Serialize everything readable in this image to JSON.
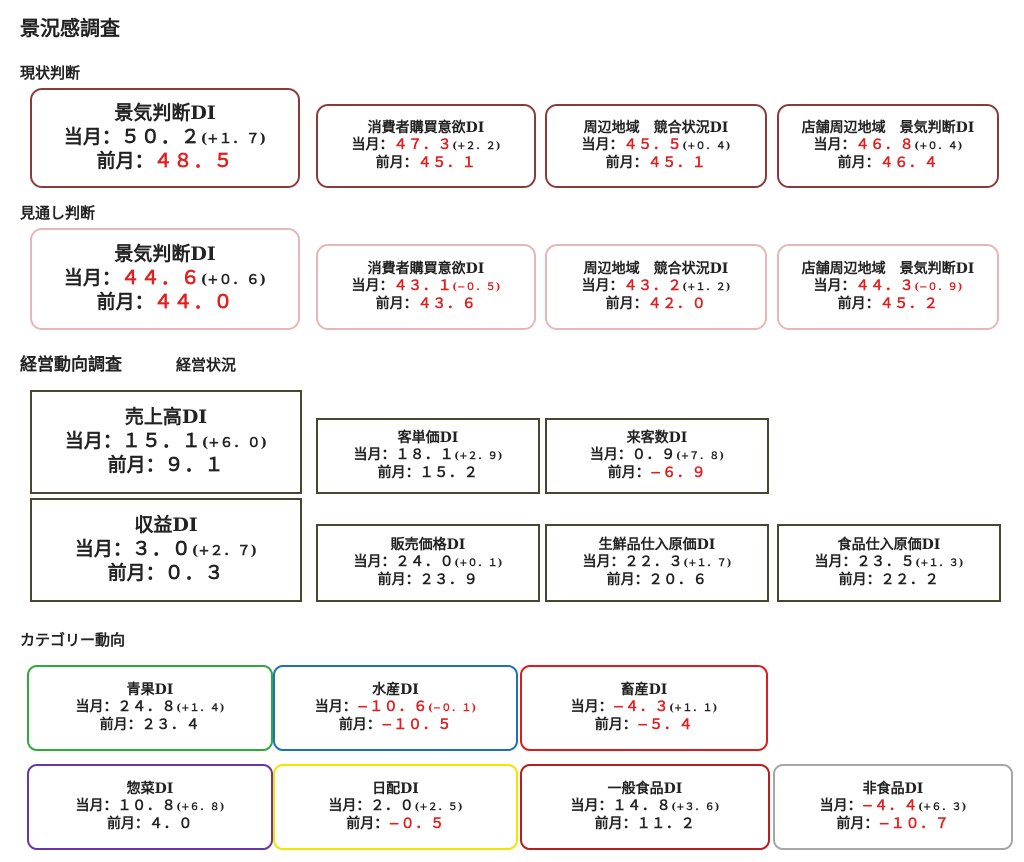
{
  "title": "景況感調査",
  "labels": {
    "current": "当月：",
    "previous": "前月："
  },
  "colors": {
    "red": "#e02020",
    "dark": "#222222"
  },
  "sections": {
    "genjo": "現状判断",
    "mitoshi": "見通し判断",
    "keiei": "経営動向調査",
    "keiei_sub": "経営状況",
    "category": "カテゴリー動向"
  },
  "genjo": {
    "main": {
      "title": "景気判断DI",
      "cur": "５０．２",
      "change": "(+１．７)",
      "prev": "４８．５",
      "cur_red": false,
      "change_red": false,
      "prev_red": true
    },
    "c1": {
      "title": "消費者購買意欲DI",
      "cur": "４７．３",
      "change": "(+２．２)",
      "prev": "４５．１",
      "cur_red": true,
      "change_red": false,
      "prev_red": true
    },
    "c2": {
      "title": "周辺地域　競合状況DI",
      "cur": "４５．５",
      "change": "(+０．４)",
      "prev": "４５．１",
      "cur_red": true,
      "change_red": false,
      "prev_red": true
    },
    "c3": {
      "title": "店舗周辺地域　景気判断DI",
      "cur": "４６．８",
      "change": "(+０．４)",
      "prev": "４６．４",
      "cur_red": true,
      "change_red": false,
      "prev_red": true
    }
  },
  "mitoshi": {
    "main": {
      "title": "景気判断DI",
      "cur": "４４．６",
      "change": "(+０．６)",
      "prev": "４４．０",
      "cur_red": true,
      "change_red": false,
      "prev_red": true
    },
    "c1": {
      "title": "消費者購買意欲DI",
      "cur": "４３．１",
      "change": "(−０．５)",
      "prev": "４３．６",
      "cur_red": true,
      "change_red": true,
      "prev_red": true
    },
    "c2": {
      "title": "周辺地域　競合状況DI",
      "cur": "４３．２",
      "change": "(+１．２)",
      "prev": "４２．０",
      "cur_red": true,
      "change_red": false,
      "prev_red": true
    },
    "c3": {
      "title": "店舗周辺地域　景気判断DI",
      "cur": "４４．３",
      "change": "(−０．９)",
      "prev": "４５．２",
      "cur_red": true,
      "change_red": true,
      "prev_red": true
    }
  },
  "keiei": {
    "uriage": {
      "title": "売上高DI",
      "cur": "１５．１",
      "change": "(+６．０)",
      "prev": "９．１",
      "cur_red": false,
      "change_red": false,
      "prev_red": false
    },
    "kyakutan": {
      "title": "客単価DI",
      "cur": "１８．１",
      "change": "(+２．９)",
      "prev": "１５．２",
      "cur_red": false,
      "change_red": false,
      "prev_red": false
    },
    "raikyaku": {
      "title": "来客数DI",
      "cur": "０．９",
      "change": "(+７．８)",
      "prev": "−６．９",
      "cur_red": false,
      "change_red": false,
      "prev_red": true
    },
    "shueki": {
      "title": "収益DI",
      "cur": "３．０",
      "change": "(+２．７)",
      "prev": "０．３",
      "cur_red": false,
      "change_red": false,
      "prev_red": false
    },
    "hanbai": {
      "title": "販売価格DI",
      "cur": "２４．０",
      "change": "(+０．１)",
      "prev": "２３．９",
      "cur_red": false,
      "change_red": false,
      "prev_red": false
    },
    "seisen": {
      "title": "生鮮品仕入原価DI",
      "cur": "２２．３",
      "change": "(+１．７)",
      "prev": "２０．６",
      "cur_red": false,
      "change_red": false,
      "prev_red": false
    },
    "shokuhin": {
      "title": "食品仕入原価DI",
      "cur": "２３．５",
      "change": "(+１．３)",
      "prev": "２２．２",
      "cur_red": false,
      "change_red": false,
      "prev_red": false
    }
  },
  "category": {
    "seika": {
      "title": "青果DI",
      "color": "#2eab3c",
      "cur": "２４．８",
      "change": "(+１．４)",
      "prev": "２３．４",
      "cur_red": false,
      "change_red": false,
      "prev_red": false
    },
    "suisan": {
      "title": "水産DI",
      "color": "#1f6fbf",
      "cur": "−１０．６",
      "change": "(−０．１)",
      "prev": "−１０．５",
      "cur_red": true,
      "change_red": true,
      "prev_red": true
    },
    "chikusan": {
      "title": "畜産DI",
      "color": "#e01b1b",
      "cur": "−４．３",
      "change": "(+１．１)",
      "prev": "−５．４",
      "cur_red": true,
      "change_red": false,
      "prev_red": true
    },
    "sozai": {
      "title": "惣菜DI",
      "color": "#6a35a8",
      "cur": "１０．８",
      "change": "(+６．８)",
      "prev": "４．０",
      "cur_red": false,
      "change_red": false,
      "prev_red": false
    },
    "nippai": {
      "title": "日配DI",
      "color": "#f2e600",
      "cur": "２．０",
      "change": "(+２．５)",
      "prev": "−０．５",
      "cur_red": false,
      "change_red": false,
      "prev_red": true
    },
    "ippan": {
      "title": "一般食品DI",
      "color": "#b81e1e",
      "cur": "１４．８",
      "change": "(+３．６)",
      "prev": "１１．２",
      "cur_red": false,
      "change_red": false,
      "prev_red": false
    },
    "hishoku": {
      "title": "非食品DI",
      "color": "#a6a6a6",
      "cur": "−４．４",
      "change": "(+６．３)",
      "prev": "−１０．７",
      "cur_red": true,
      "change_red": false,
      "prev_red": true
    }
  }
}
